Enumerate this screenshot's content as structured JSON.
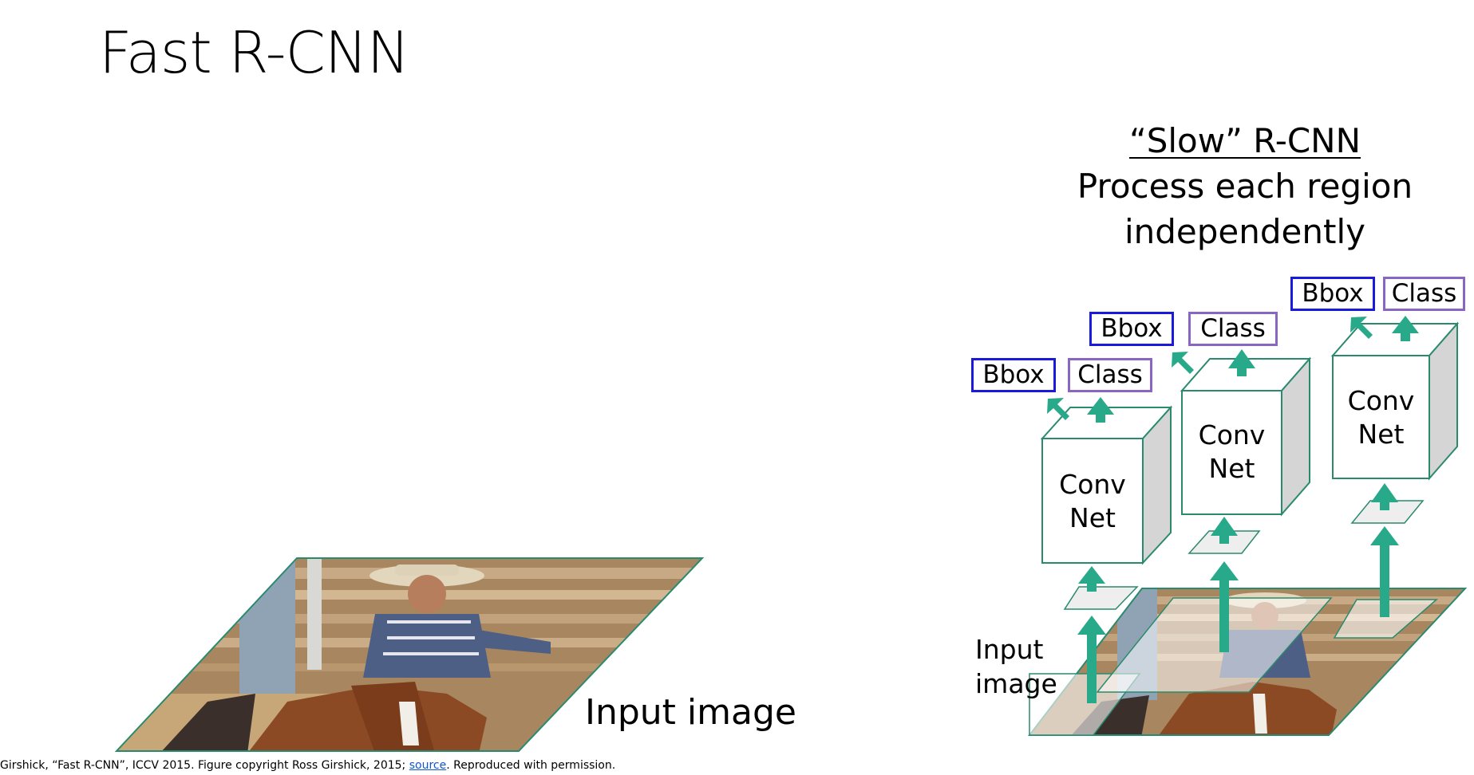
{
  "title": "Fast R-CNN",
  "slow": {
    "title": "“Slow” R-CNN",
    "line1": "Process each region",
    "line2": "independently"
  },
  "labels": {
    "input_image": "Input image",
    "input_line1": "Input",
    "input_line2": "image"
  },
  "stacks": [
    {
      "bbox": "Bbox",
      "class": "Class",
      "net1": "Conv",
      "net2": "Net"
    },
    {
      "bbox": "Bbox",
      "class": "Class",
      "net1": "Conv",
      "net2": "Net"
    },
    {
      "bbox": "Bbox",
      "class": "Class",
      "net1": "Conv",
      "net2": "Net"
    }
  ],
  "caption": {
    "text": "Girshick, “Fast R-CNN”, ICCV 2015. Figure copyright Ross Girshick, 2015; ",
    "link": "source",
    "after": ". Reproduced with permission."
  },
  "colors": {
    "arrow": "#27a98a",
    "box_outline": "#2a8a6e",
    "bbox_border": "#1a1adc",
    "class_border": "#8a66c4"
  }
}
